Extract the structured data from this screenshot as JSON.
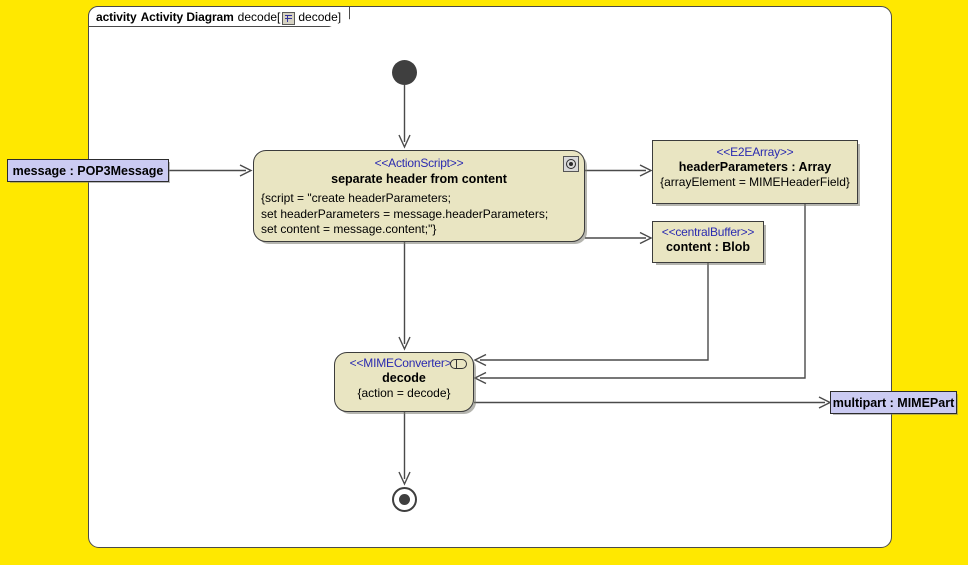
{
  "frame": {
    "keyword": "activity",
    "type_label": "Activity Diagram",
    "name": "decode[",
    "icon": "activity-diagram-icon",
    "inner_name": "decode",
    "close_bracket": "]"
  },
  "nodes": {
    "action_separate": {
      "stereotype": "<<ActionScript>>",
      "name": "separate header from content",
      "script": "{script = \"create headerParameters;\nset headerParameters = message.headerParameters;\nset content = message.content;\"}",
      "corner_icon": "script-settings-icon"
    },
    "object_headerparameters": {
      "stereotype": "<<E2EArray>>",
      "name": "headerParameters : Array",
      "attribute": "{arrayElement = MIMEHeaderField}"
    },
    "object_content": {
      "stereotype": "<<centralBuffer>>",
      "name": "content : Blob"
    },
    "action_decode": {
      "stereotype": "<<MIMEConverter>>",
      "name": "decode",
      "attribute": "{action = decode}",
      "corner_icon": "behavior-call-icon"
    },
    "pin_message": {
      "label": "message : POP3Message"
    },
    "pin_multipart": {
      "label": "multipart : MIMEPart"
    },
    "initial_node": {
      "label": "initial-node"
    },
    "final_node": {
      "label": "activity-final-node"
    }
  },
  "colors": {
    "canvas_background": "#ffe800",
    "frame_background": "#ffffff",
    "node_fill": "#e9e5c2",
    "pin_fill": "#cbcbf2",
    "stereotype_text": "#2a2ab0",
    "line": "#4a4a4a",
    "control_node": "#3f3f3f"
  }
}
